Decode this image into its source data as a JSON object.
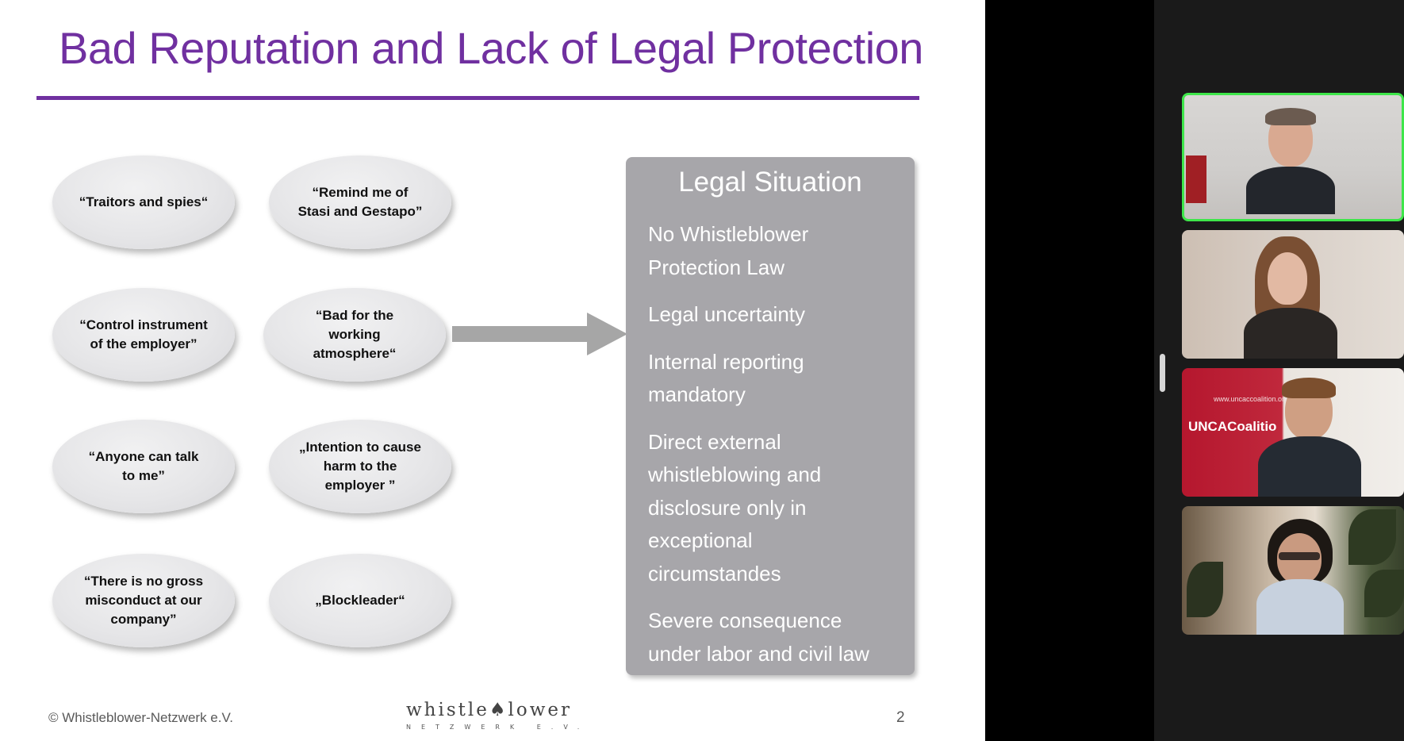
{
  "slide": {
    "title": "Bad Reputation and Lack of Legal Protection",
    "bubbles": [
      "“Traitors and spies“",
      "“Remind me of\nStasi and Gestapo”",
      "“Control instrument\nof the employer”",
      "“Bad for the\nworking\natmosphere“",
      "“Anyone can talk\nto me”",
      "„Intention to cause\nharm to the\nemployer ”",
      "“There is no gross\nmisconduct at our\ncompany”",
      "„Blockleader“"
    ],
    "legal_box": {
      "heading": "Legal Situation",
      "items": [
        "No Whistleblower\nProtection Law",
        "Legal uncertainty",
        "Internal reporting\nmandatory",
        "Direct external\nwhistleblowing and\ndisclosure only in\nexceptional\ncircumstandes",
        "Severe consequence\nunder labor and civil law"
      ]
    },
    "footer": {
      "copyright": "© Whistleblower-Netzwerk e.V.",
      "logo_word": "whistle♠lower",
      "logo_sub": "NETZWERK E.V.",
      "page_number": "2"
    }
  },
  "meeting": {
    "banner_text": "UNCACoalitio",
    "banner_url": "www.uncaccoalition.org",
    "active_speaker_color": "#3ee64a"
  },
  "colors": {
    "title_purple": "#7030a0",
    "legal_box_gray": "#a7a6aa",
    "bubble_gray": "#e6e6e8"
  }
}
